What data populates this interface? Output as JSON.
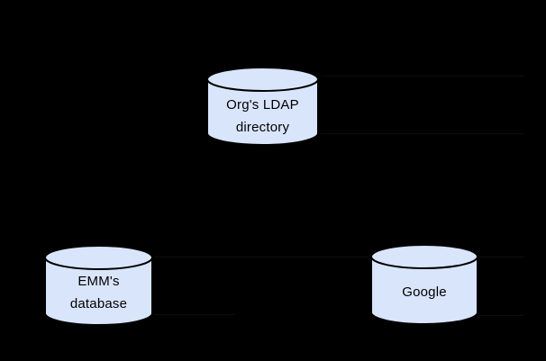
{
  "diagram": {
    "colors": {
      "background": "#000000",
      "node_fill": "#d9e5fb",
      "node_stroke": "#000000",
      "text_color": "#000000",
      "trace_color": "#0e0e12"
    },
    "nodes": [
      {
        "id": "orgs-ldap-directory",
        "shape": "database-cylinder",
        "label_lines": [
          "Org's LDAP",
          "directory"
        ]
      },
      {
        "id": "emms-database",
        "shape": "database-cylinder",
        "label_lines": [
          "EMM's",
          "database"
        ]
      },
      {
        "id": "google",
        "shape": "database-cylinder",
        "label_lines": [
          "Google"
        ]
      }
    ]
  }
}
